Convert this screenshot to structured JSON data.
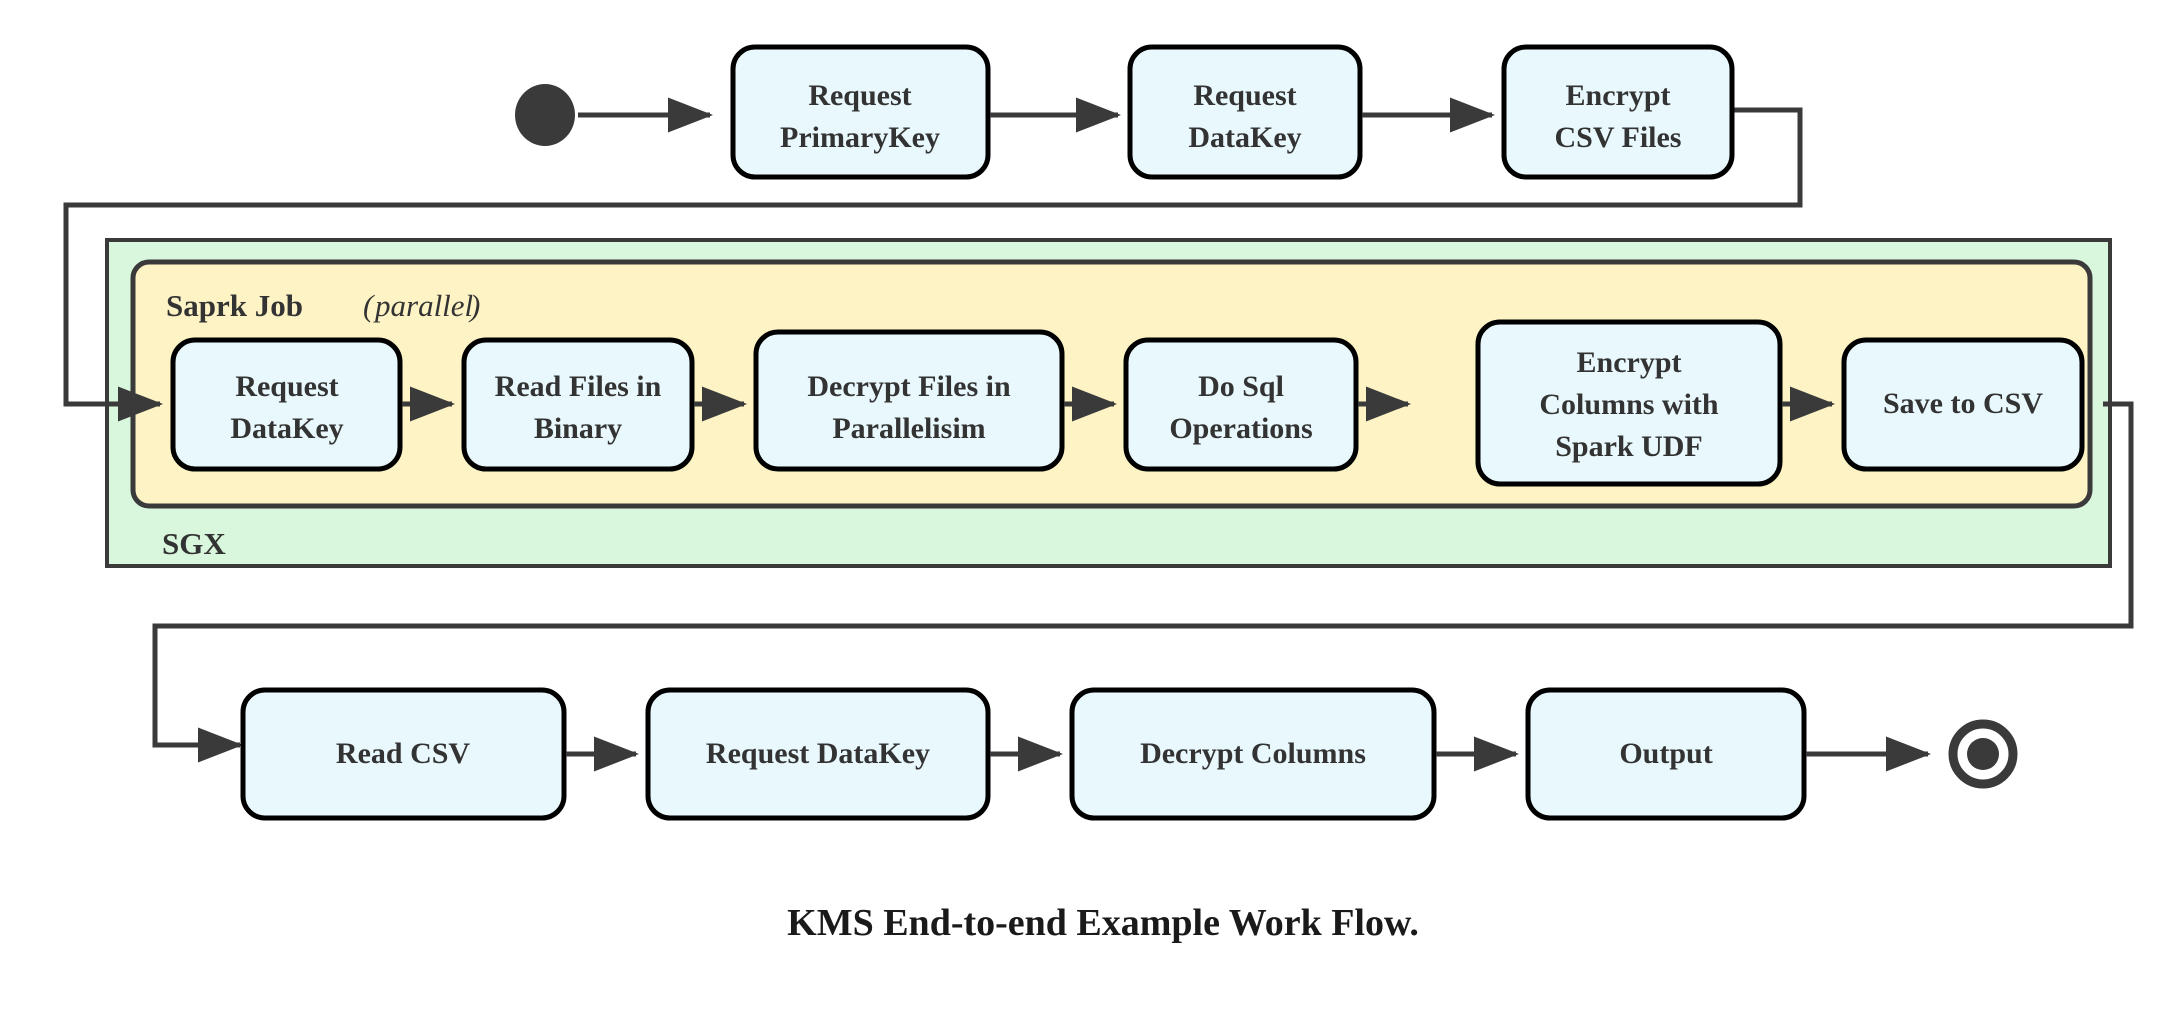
{
  "figure": {
    "caption": "KMS End-to-end Example Work Flow.",
    "colors": {
      "node_fill": "#e8f8fc",
      "node_stroke": "#000000",
      "sgx_fill": "#d9f7dc",
      "spark_fill": "#fdf3c4",
      "line": "#3a3a3a",
      "text": "#333333",
      "background": "#ffffff"
    }
  },
  "groups": {
    "sgx": {
      "label": "SGX"
    },
    "spark": {
      "label": "Saprk Job",
      "qualifier_open": "(",
      "qualifier": "parallel",
      "qualifier_close": ")"
    }
  },
  "markers": {
    "start": "start-node",
    "end": "end-node"
  },
  "chart_data": {
    "type": "diagram",
    "title": "KMS End-to-end Example Work Flow.",
    "rows": [
      {
        "name": "top-row",
        "nodes": [
          "Request PrimaryKey",
          "Request DataKey",
          "Encrypt CSV Files"
        ]
      },
      {
        "name": "spark-job-row",
        "container": "Saprk Job (parallel)",
        "outer_container": "SGX",
        "nodes": [
          "Request DataKey",
          "Read Files in Binary",
          "Decrypt Files in Parallelisim",
          "Do Sql Operations",
          "Encrypt Columns with Spark UDF",
          "Save to CSV"
        ]
      },
      {
        "name": "bottom-row",
        "nodes": [
          "Read CSV",
          "Request DataKey",
          "Decrypt Columns",
          "Output"
        ]
      }
    ]
  },
  "nodes": {
    "top": [
      {
        "id": "request-primarykey",
        "line1": "Request",
        "line2": "PrimaryKey"
      },
      {
        "id": "request-datakey-top",
        "line1": "Request",
        "line2": "DataKey"
      },
      {
        "id": "encrypt-csv-files",
        "line1": "Encrypt",
        "line2": "CSV Files"
      }
    ],
    "spark": [
      {
        "id": "request-datakey-spark",
        "line1": "Request",
        "line2": "DataKey",
        "line3": ""
      },
      {
        "id": "read-files-in-binary",
        "line1": "Read Files in",
        "line2": "Binary",
        "line3": ""
      },
      {
        "id": "decrypt-files-in-parallelisim",
        "line1": "Decrypt Files in",
        "line2": "Parallelisim",
        "line3": ""
      },
      {
        "id": "do-sql-operations",
        "line1": "Do Sql",
        "line2": "Operations",
        "line3": ""
      },
      {
        "id": "encrypt-columns-with-spark-udf",
        "line1": "Encrypt",
        "line2": "Columns with",
        "line3": "Spark UDF"
      },
      {
        "id": "save-to-csv",
        "line1": "Save to CSV",
        "line2": "",
        "line3": ""
      }
    ],
    "bottom": [
      {
        "id": "read-csv",
        "line1": "Read CSV"
      },
      {
        "id": "request-datakey-bottom",
        "line1": "Request DataKey"
      },
      {
        "id": "decrypt-columns",
        "line1": "Decrypt Columns"
      },
      {
        "id": "output",
        "line1": "Output"
      }
    ]
  }
}
